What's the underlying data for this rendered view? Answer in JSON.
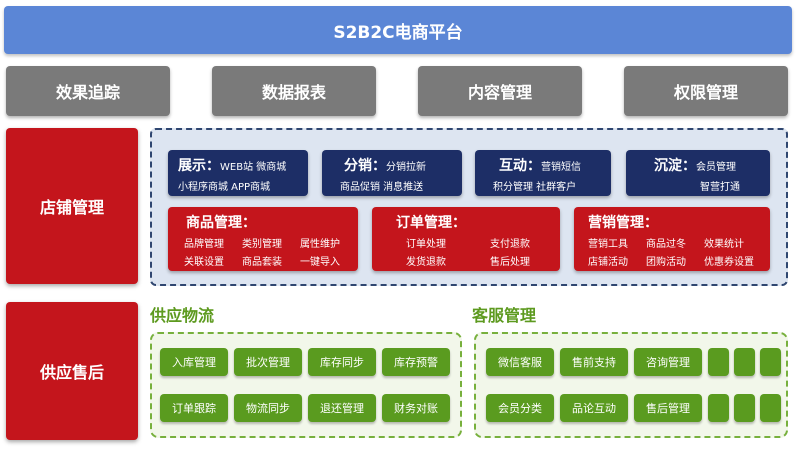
{
  "header": {
    "title": "S2B2C电商平台"
  },
  "modules": [
    "效果追踪",
    "数据报表",
    "内容管理",
    "权限管理"
  ],
  "store": {
    "label": "店铺管理",
    "navy_boxes": [
      {
        "head": "展示：",
        "line1": "WEB站 微商城",
        "line2": "小程序商城    APP商城"
      },
      {
        "head": "分销：",
        "line1": "分销拉新",
        "line2": "商品促销   消息推送"
      },
      {
        "head": "互动：",
        "line1": "营销短信",
        "line2": "积分管理   社群客户"
      },
      {
        "head": "沉淀：",
        "line1": "会员管理",
        "line2": "智营打通"
      }
    ],
    "red_boxes": [
      {
        "head": "商品管理：",
        "items": [
          "品牌管理",
          "类别管理",
          "属性维护",
          "关联设置",
          "商品套装",
          "一键导入"
        ]
      },
      {
        "head": "订单管理：",
        "items": [
          "订单处理",
          "支付退款",
          "发货退款",
          "售后处理"
        ]
      },
      {
        "head": "营销管理：",
        "items": [
          "营销工具",
          "商品过冬",
          "效果统计",
          "店铺活动",
          "团购活动",
          "优惠券设置"
        ]
      }
    ]
  },
  "aftersale": {
    "label": "供应售后",
    "supply": {
      "title": "供应物流",
      "buttons": [
        "入库管理",
        "批次管理",
        "库存同步",
        "库存预警",
        "订单跟踪",
        "物流同步",
        "退还管理",
        "财务对账"
      ]
    },
    "service": {
      "title": "客服管理",
      "buttons": [
        "微信客服",
        "售前支持",
        "咨询管理",
        "会员分类",
        "品论互动",
        "售后管理"
      ]
    }
  }
}
